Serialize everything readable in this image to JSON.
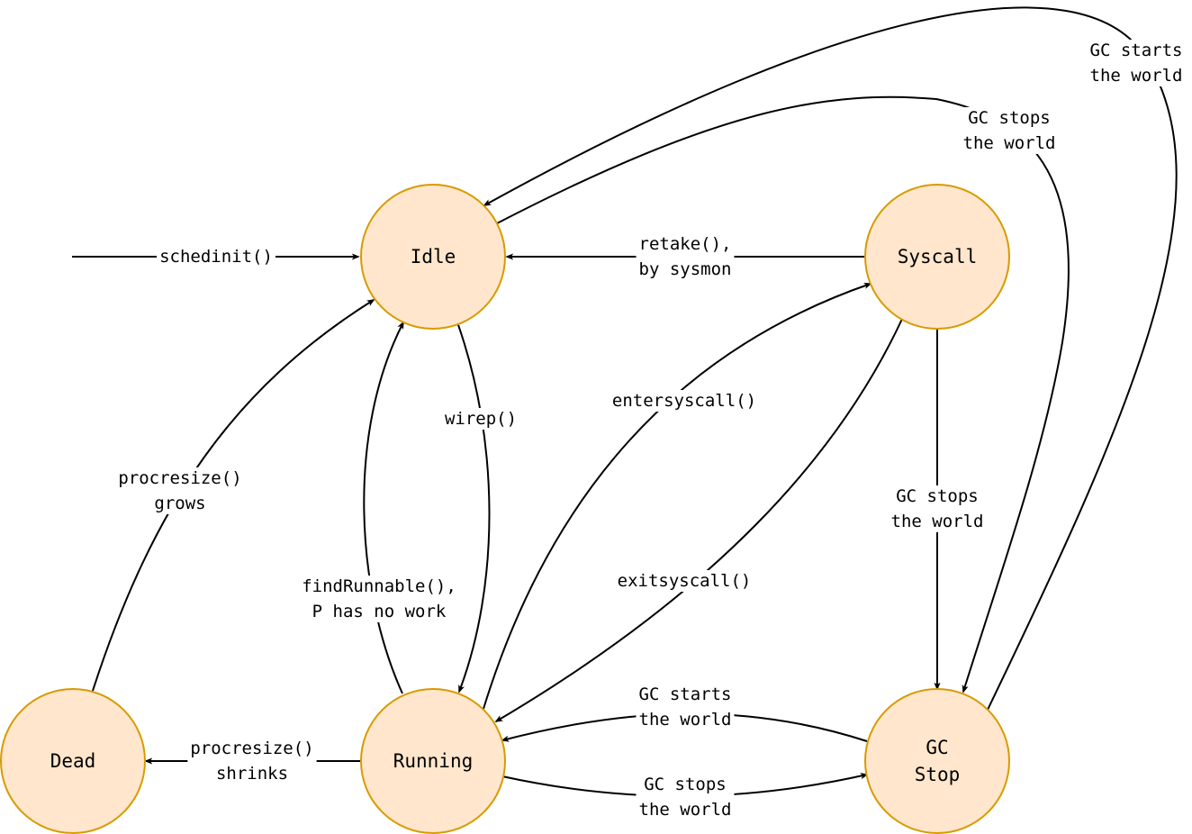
{
  "nodes": {
    "idle": {
      "label": [
        "Idle"
      ]
    },
    "syscall": {
      "label": [
        "Syscall"
      ]
    },
    "dead": {
      "label": [
        "Dead"
      ]
    },
    "running": {
      "label": [
        "Running"
      ]
    },
    "gcstop": {
      "label": [
        "GC",
        "Stop"
      ]
    }
  },
  "edges": {
    "schedinit": {
      "label": [
        "schedinit()"
      ]
    },
    "retake": {
      "label": [
        "retake(),",
        "by sysmon"
      ]
    },
    "wirep": {
      "label": [
        "wirep()"
      ]
    },
    "procresize_grows": {
      "label": [
        "procresize()",
        "grows"
      ]
    },
    "findrunnable": {
      "label": [
        "findRunnable(),",
        "P has no work"
      ]
    },
    "entersyscall": {
      "label": [
        "entersyscall()"
      ]
    },
    "exitsyscall": {
      "label": [
        "exitsyscall()"
      ]
    },
    "syscall_gc_stop": {
      "label": [
        "GC stops",
        "the world"
      ]
    },
    "idle_gc_stop": {
      "label": [
        "GC stops",
        "the world"
      ]
    },
    "gc_start_idle": {
      "label": [
        "GC starts",
        "the world"
      ]
    },
    "gc_start_running": {
      "label": [
        "GC starts",
        "the world"
      ]
    },
    "running_gc_stop": {
      "label": [
        "GC stops",
        "the world"
      ]
    },
    "procresize_shrinks": {
      "label": [
        "procresize()",
        "shrinks"
      ]
    }
  }
}
